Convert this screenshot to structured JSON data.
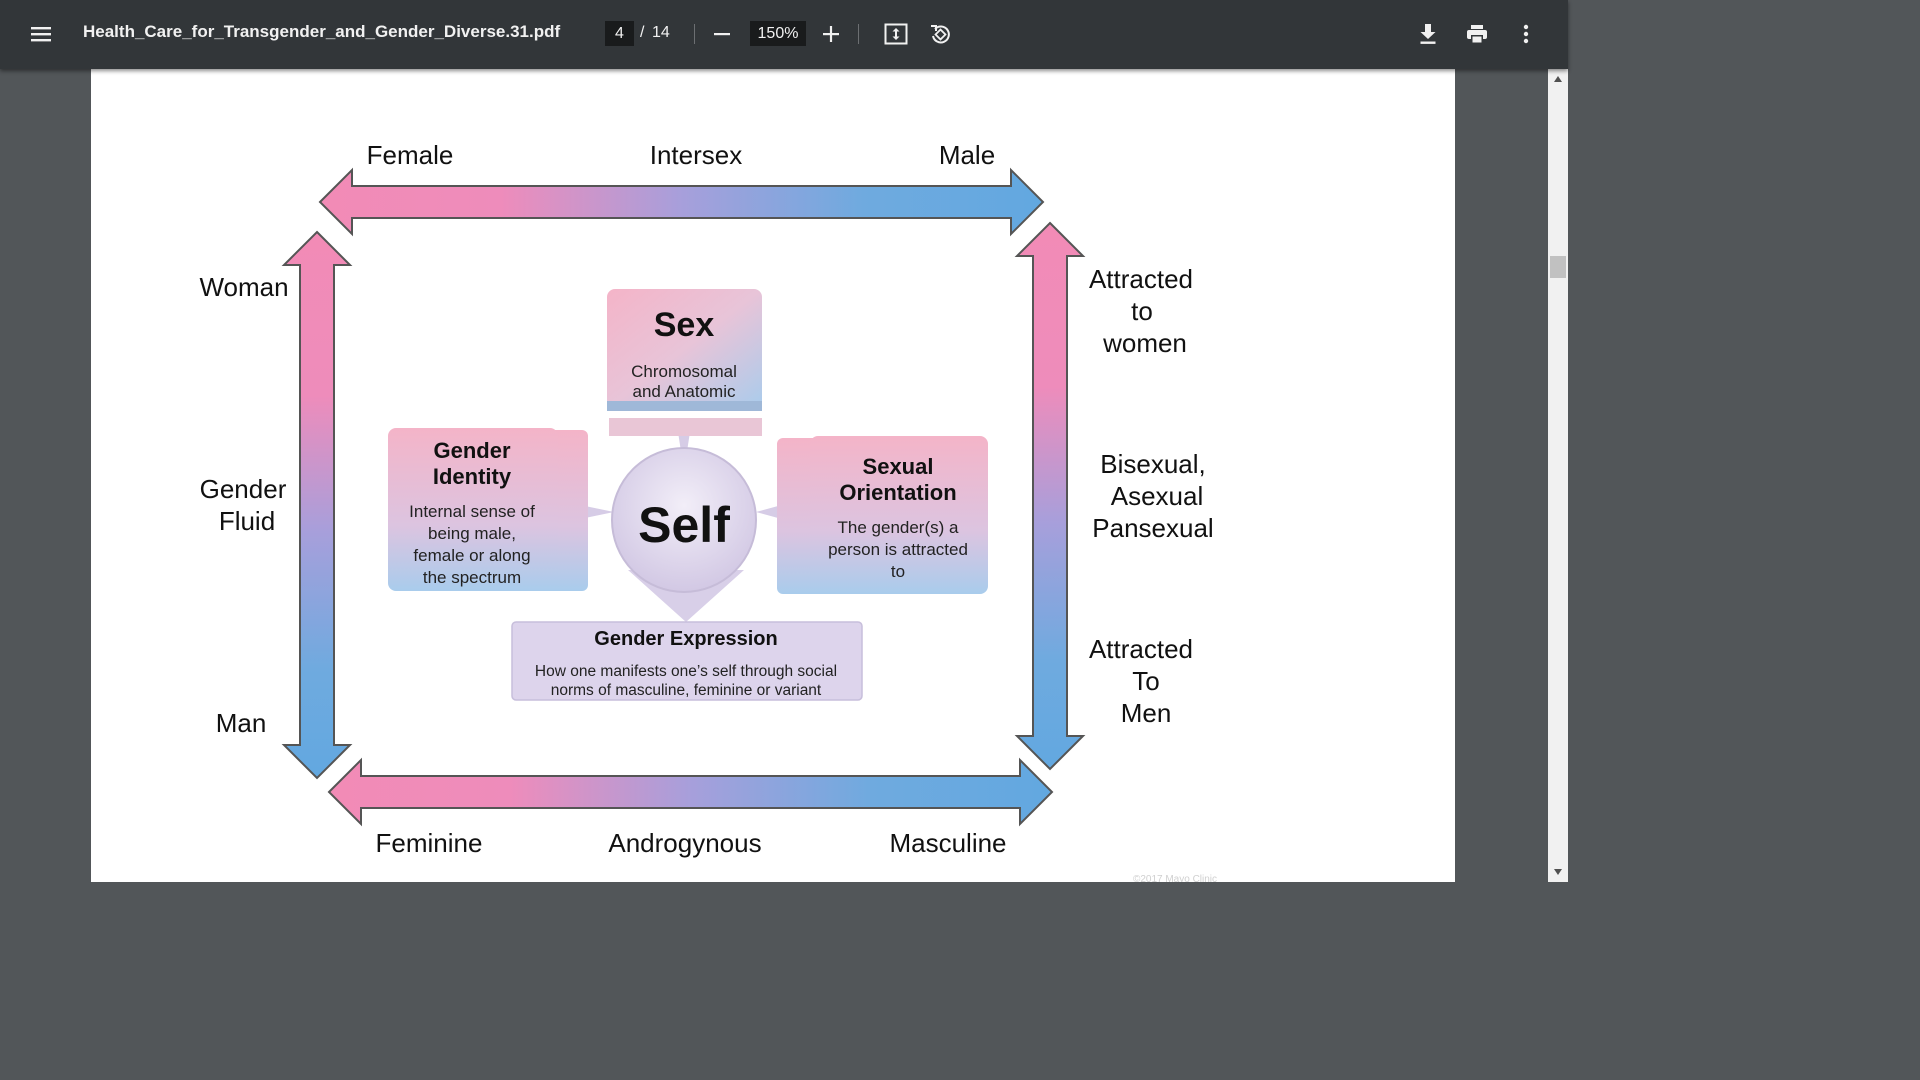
{
  "viewer": {
    "filename": "Health_Care_for_Transgender_and_Gender_Diverse.31.pdf",
    "current_page": "4",
    "page_separator": "/",
    "total_pages": "14",
    "zoom": "150%"
  },
  "icons": {
    "menu": "hamburger-menu-icon",
    "zoom_out": "minus-icon",
    "zoom_in": "plus-icon",
    "fit": "fit-to-page-icon",
    "rotate": "rotate-counterclockwise-icon",
    "download": "download-icon",
    "print": "print-icon",
    "more": "more-vertical-icon"
  },
  "colors": {
    "toolbar_bg": "#323639",
    "viewer_bg": "#525659",
    "pink": "#f28bb6",
    "blue": "#62a8e0",
    "lavender": "#dcd4ec"
  },
  "diagram": {
    "top_axis": {
      "left": "Female",
      "center": "Intersex",
      "right": "Male"
    },
    "left_axis": {
      "top": "Woman",
      "middle": [
        "Gender",
        "Fluid"
      ],
      "bottom": "Man"
    },
    "right_axis": {
      "top": [
        "Attracted",
        "to",
        "women"
      ],
      "middle": [
        "Bisexual,",
        "Asexual",
        "Pansexual"
      ],
      "bottom": [
        "Attracted",
        "To",
        "Men"
      ]
    },
    "bottom_axis": {
      "left": "Feminine",
      "center": "Androgynous",
      "right": "Masculine"
    },
    "sex_box": {
      "title": "Sex",
      "desc": [
        "Chromosomal",
        "and Anatomic"
      ]
    },
    "identity_box": {
      "title": [
        "Gender",
        "Identity"
      ],
      "desc": [
        "Internal sense of",
        "being male,",
        "female or along",
        "the spectrum"
      ]
    },
    "orientation_box": {
      "title": [
        "Sexual",
        "Orientation"
      ],
      "desc": [
        "The gender(s) a",
        "person is attracted",
        "to"
      ]
    },
    "self": "Self",
    "expression_box": {
      "title": "Gender Expression",
      "desc": [
        "How one manifests one’s self through social",
        "norms of masculine, feminine or variant"
      ]
    },
    "copyright": "©2017 Mayo Clinic"
  }
}
